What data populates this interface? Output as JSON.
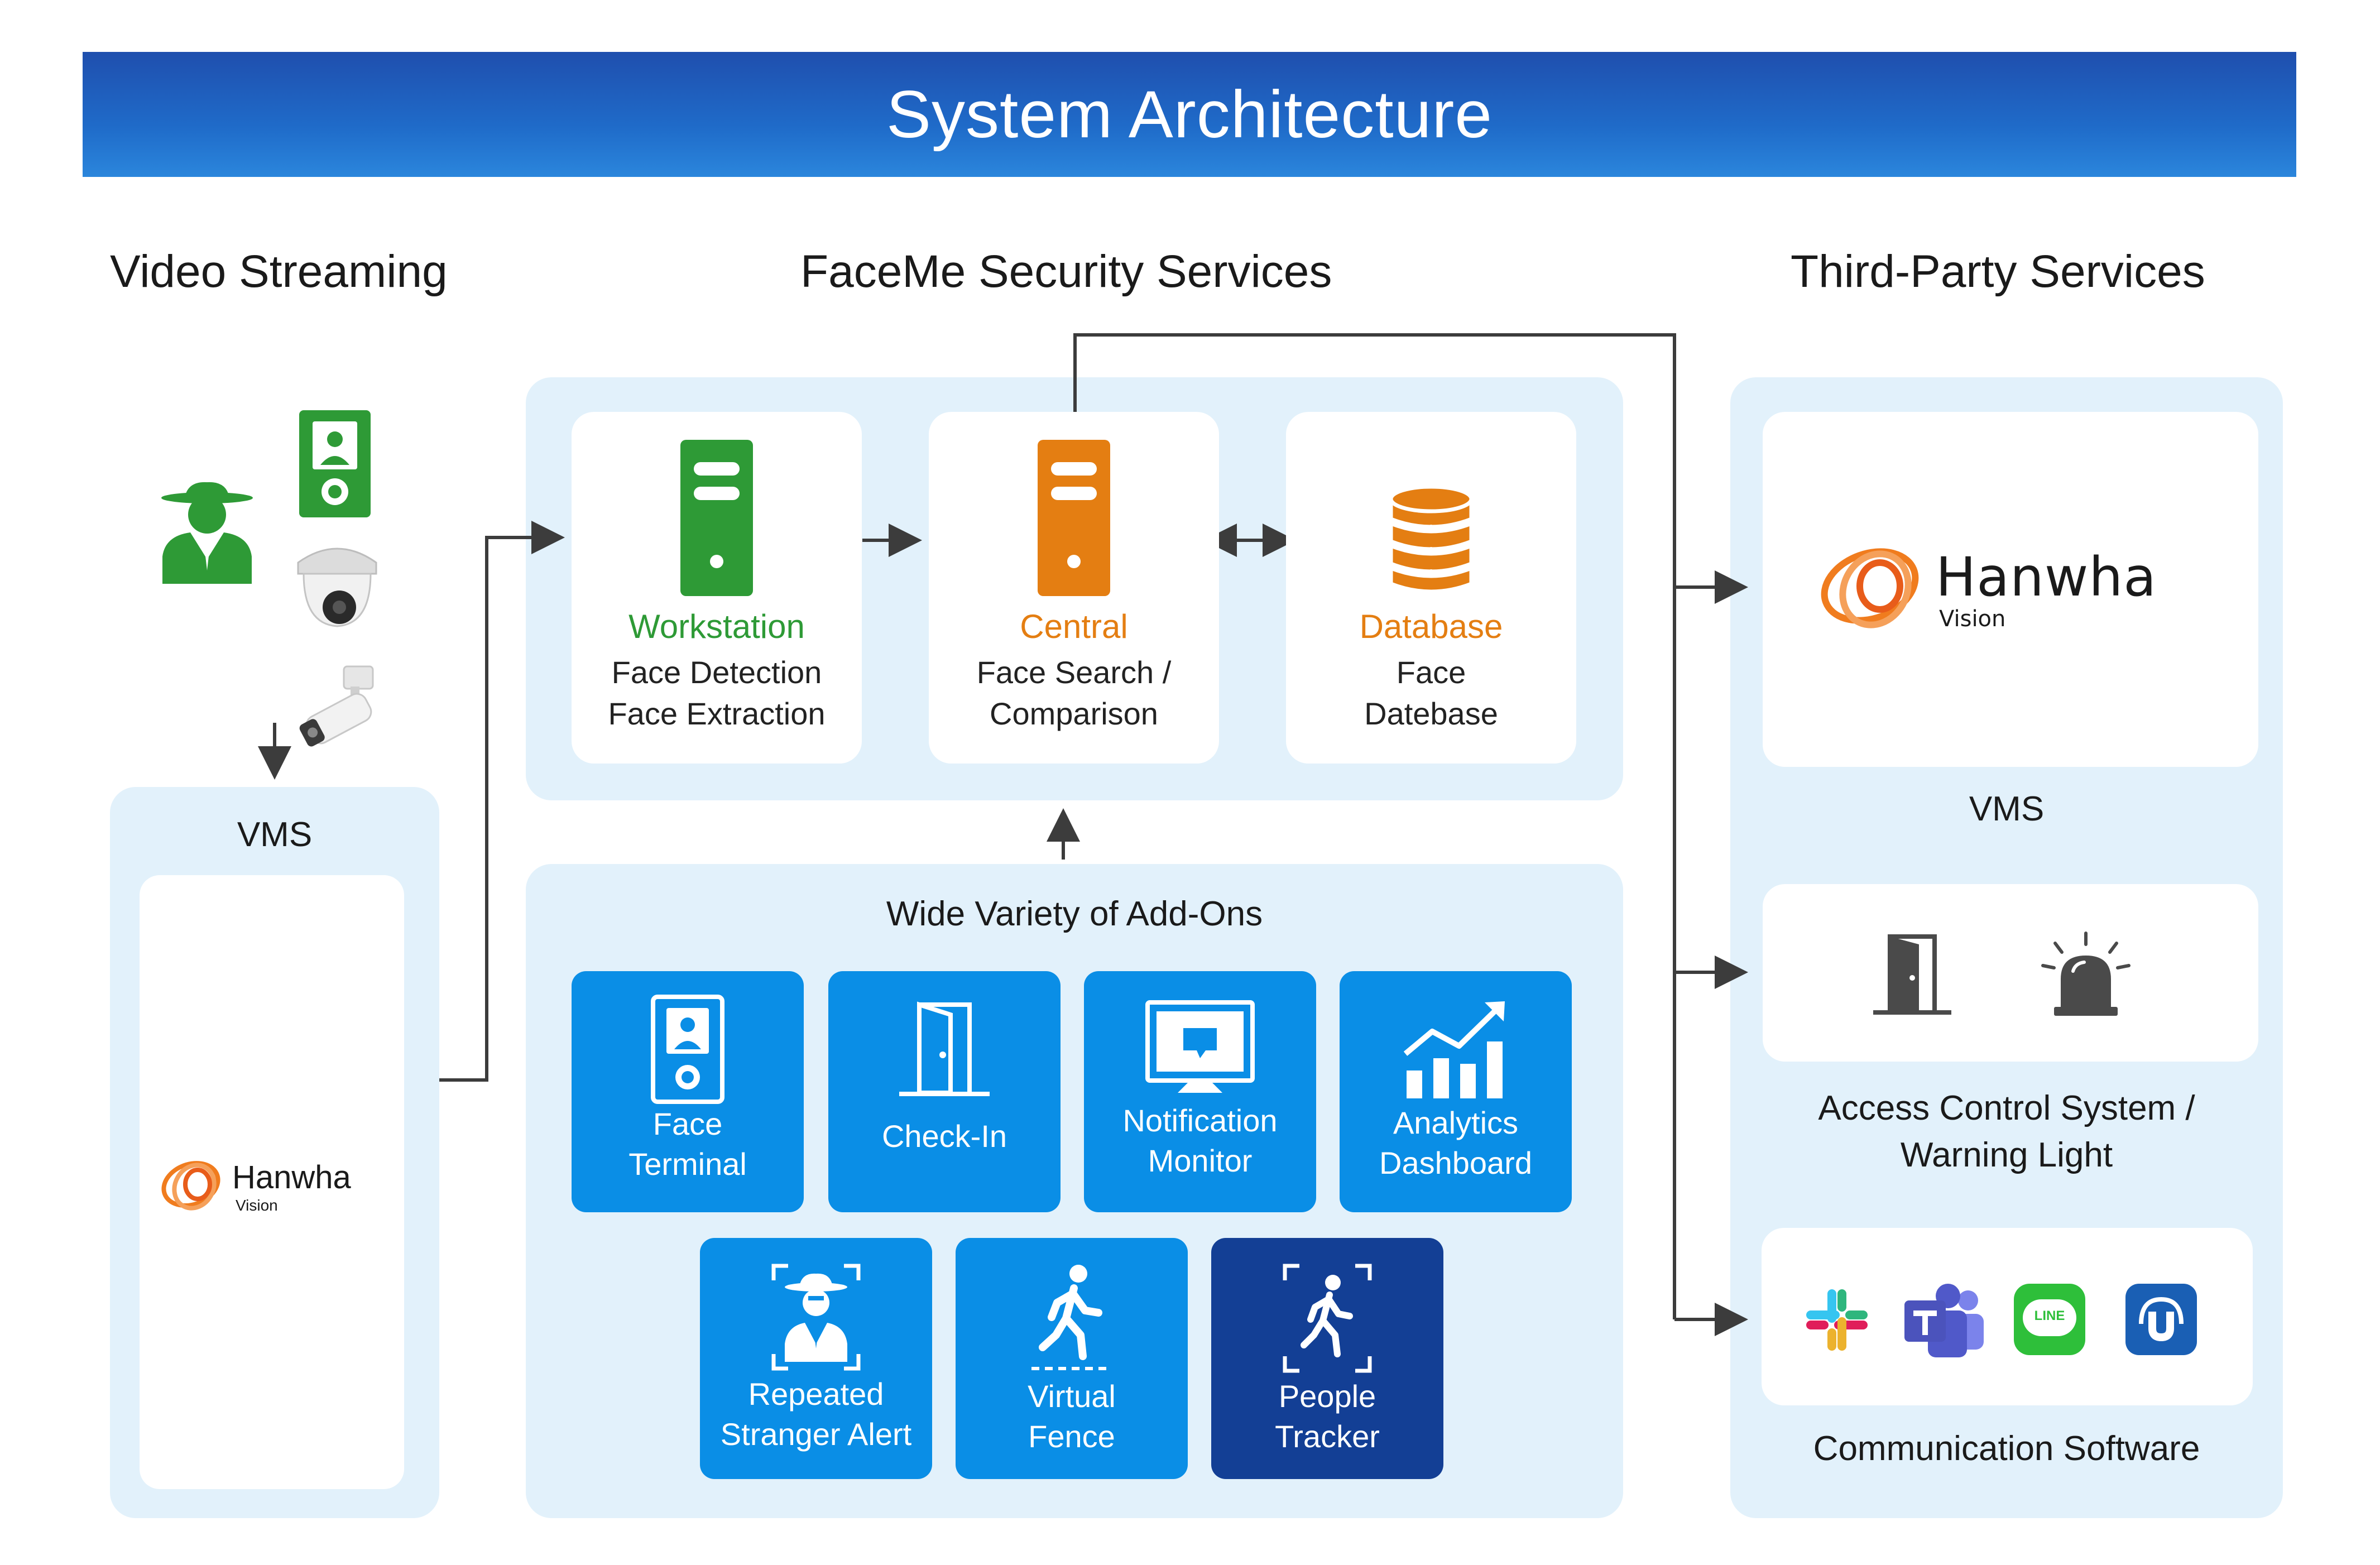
{
  "title": "System Architecture",
  "columns": {
    "left": "Video Streaming",
    "center": "FaceMe Security Services",
    "right": "Third-Party Services"
  },
  "left_vms": {
    "label": "VMS",
    "logo_word": "Hanwha",
    "logo_sub": "Vision"
  },
  "services": [
    {
      "title": "Workstation",
      "line1": "Face Detection",
      "line2": "Face Extraction",
      "color": "#2e9a36"
    },
    {
      "title": "Central",
      "line1": "Face Search /",
      "line2": "Comparison",
      "color": "#e47e12"
    },
    {
      "title": "Database",
      "line1": "Face",
      "line2": "Datebase",
      "color": "#e47e12"
    }
  ],
  "addons": {
    "title": "Wide Variety of Add-Ons",
    "row1": [
      {
        "line1": "Face",
        "line2": "Terminal",
        "icon": "face-terminal-icon"
      },
      {
        "line1": "Check-In",
        "line2": "",
        "icon": "door-icon"
      },
      {
        "line1": "Notification",
        "line2": "Monitor",
        "icon": "monitor-icon"
      },
      {
        "line1": "Analytics",
        "line2": "Dashboard",
        "icon": "analytics-icon"
      }
    ],
    "row2": [
      {
        "line1": "Repeated",
        "line2": "Stranger Alert",
        "icon": "stranger-icon"
      },
      {
        "line1": "Virtual",
        "line2": "Fence",
        "icon": "walking-person-icon"
      },
      {
        "line1": "People",
        "line2": "Tracker",
        "icon": "tracked-person-icon"
      }
    ]
  },
  "third_party": {
    "vms_label": "VMS",
    "logo_word": "Hanwha",
    "logo_sub": "Vision",
    "access_line1": "Access Control System /",
    "access_line2": "Warning Light",
    "comm_label": "Communication Software",
    "line_badge": "LINE"
  },
  "colors": {
    "banner": "#1f5fbf",
    "panel": "#e2f1fb",
    "tile": "#0a8ee6",
    "tile_dark": "#133f95",
    "green": "#2e9a36",
    "orange": "#e47e12",
    "connector": "#3c3c3c"
  }
}
